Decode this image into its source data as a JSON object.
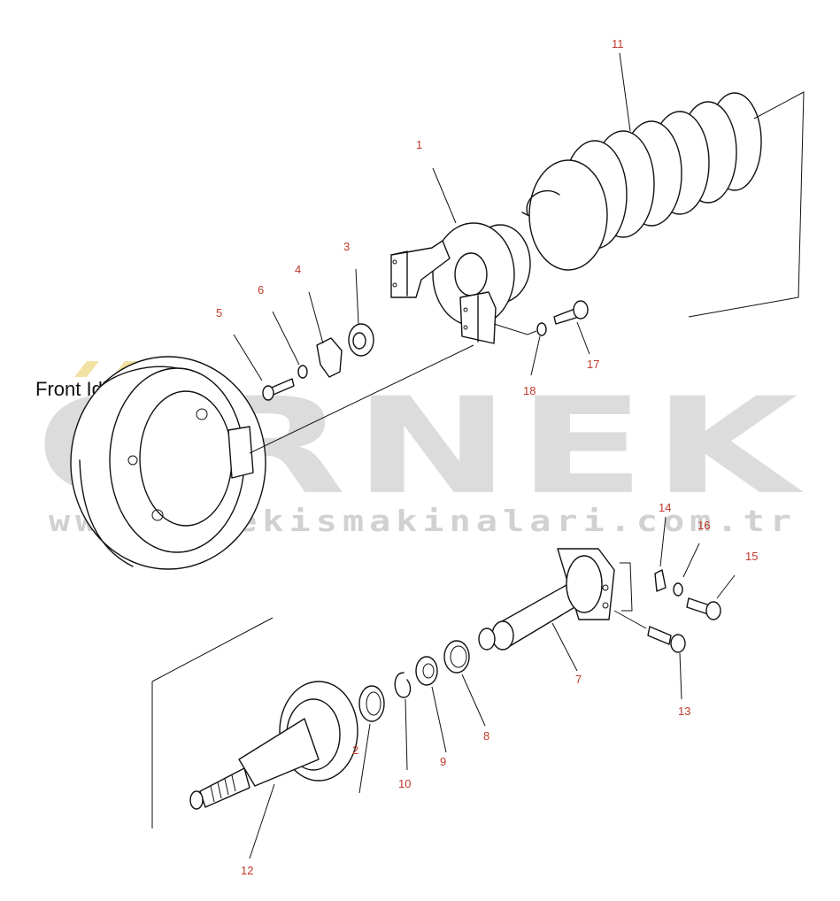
{
  "diagram": {
    "title": "Front Idler",
    "watermark": {
      "brand": "ORNEK",
      "url": "www.ornekismakinalari.com.tr"
    },
    "callouts": [
      {
        "id": "1",
        "text": "1"
      },
      {
        "id": "2",
        "text": "2"
      },
      {
        "id": "3",
        "text": "3"
      },
      {
        "id": "4",
        "text": "4"
      },
      {
        "id": "5",
        "text": "5"
      },
      {
        "id": "6",
        "text": "6"
      },
      {
        "id": "7",
        "text": "7"
      },
      {
        "id": "8",
        "text": "8"
      },
      {
        "id": "9",
        "text": "9"
      },
      {
        "id": "10",
        "text": "10"
      },
      {
        "id": "11",
        "text": "11"
      },
      {
        "id": "12",
        "text": "12"
      },
      {
        "id": "13",
        "text": "13"
      },
      {
        "id": "14",
        "text": "14"
      },
      {
        "id": "15",
        "text": "15"
      },
      {
        "id": "16",
        "text": "16"
      },
      {
        "id": "17",
        "text": "17"
      },
      {
        "id": "18",
        "text": "18"
      }
    ],
    "colors": {
      "callout_text": "#c0392b",
      "line_art": "#111111",
      "watermark": "#d9d9d9"
    }
  }
}
